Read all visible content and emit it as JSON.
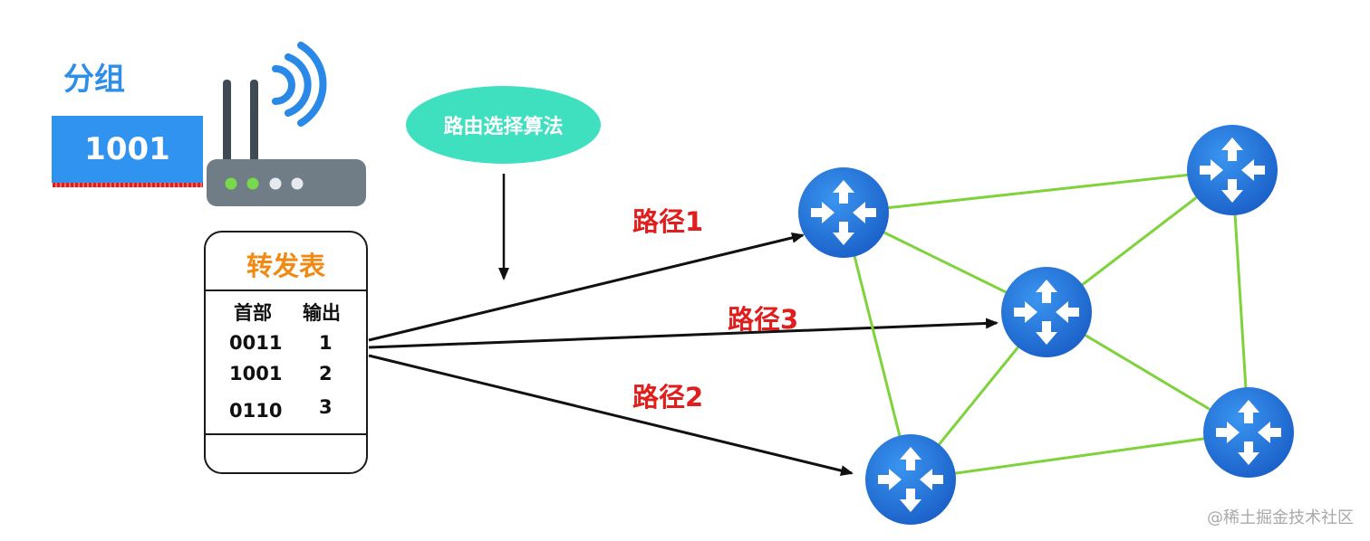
{
  "packet": {
    "title": "分组",
    "header_value": "1001"
  },
  "forwarding_table": {
    "title": "转发表",
    "columns": [
      "首部",
      "输出"
    ],
    "rows": [
      {
        "header": "0011",
        "output": "1"
      },
      {
        "header": "1001",
        "output": "2"
      },
      {
        "header": "0110",
        "output": "3"
      }
    ]
  },
  "algorithm": {
    "label": "路由选择算法"
  },
  "paths": [
    {
      "label": "路径1"
    },
    {
      "label": "路径3"
    },
    {
      "label": "路径2"
    }
  ],
  "colors": {
    "packet_blue": "#2f93ef",
    "table_title_orange": "#f08a14",
    "ellipse_teal": "#3ee0c0",
    "path_red": "#e11e1e",
    "link_green": "#7ed23a",
    "router_blue": "#1f70d6",
    "wifi_blue": "#2a88e6"
  },
  "icons": {
    "wireless_router": "wireless-router-icon",
    "network_router": "router-icon"
  },
  "watermark": "@稀土掘金技术社区"
}
